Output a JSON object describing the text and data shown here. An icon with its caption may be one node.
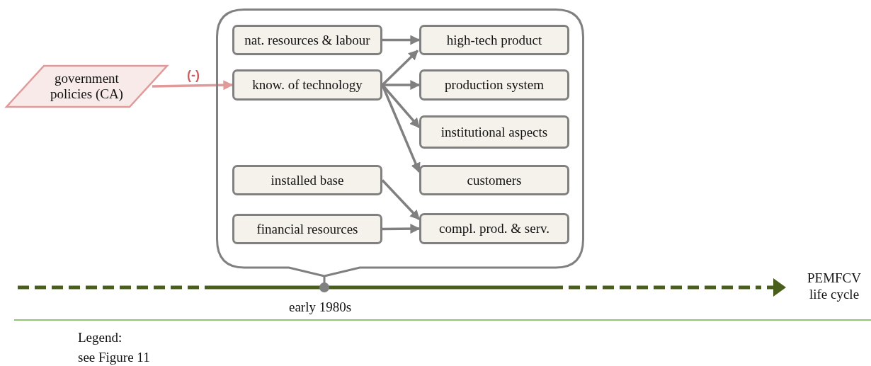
{
  "diagram": {
    "nodes": [
      {
        "text": [],
        "shape": "box"
      },
      {
        "text": [
          "nat. resources & labour"
        ],
        "in": 0
      },
      {
        "text": [
          "high-tech product"
        ],
        "in": 0
      },
      {
        "text": [
          "know. of technology"
        ],
        "in": 0
      },
      {
        "text": [
          "production system"
        ],
        "in": 0
      },
      {
        "text": [
          "institutional aspects"
        ],
        "in": 0
      },
      {
        "text": [
          "installed base"
        ],
        "in": 0
      },
      {
        "text": [
          "customers"
        ],
        "in": 0
      },
      {
        "text": [
          "financial resources"
        ],
        "in": 0
      },
      {
        "text": [
          "compl. prod. & serv."
        ],
        "in": 0
      },
      {
        "text": [
          "government policies (CA)"
        ]
      }
    ],
    "edges": [
      {
        "from": 1,
        "to": 2,
        "arrow": "to"
      },
      {
        "from": 3,
        "to": 2,
        "arrow": "to"
      },
      {
        "from": 3,
        "to": 4,
        "arrow": "to"
      },
      {
        "from": 3,
        "to": 5,
        "arrow": "to"
      },
      {
        "from": 3,
        "to": 7,
        "arrow": "to"
      },
      {
        "from": 6,
        "to": 9,
        "arrow": "to"
      },
      {
        "from": 8,
        "to": 9,
        "arrow": "to"
      },
      {
        "from": 10,
        "to": 3,
        "arrow": "to",
        "label": "(-)",
        "color": "#e09a9a"
      }
    ],
    "labels": [
      "early 1980s",
      "PEMFCV life cycle",
      "Legend:",
      "see Figure 11"
    ]
  }
}
